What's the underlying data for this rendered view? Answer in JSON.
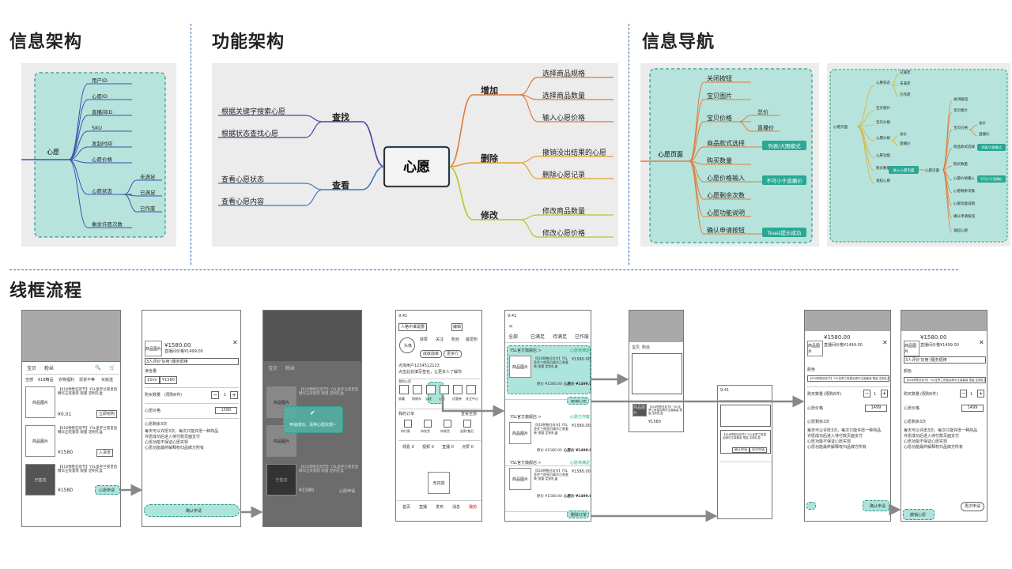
{
  "sections": {
    "info_arch": "信息架构",
    "func_arch": "功能架构",
    "info_nav": "信息导航",
    "wireflow": "线框流程"
  },
  "info_arch": {
    "root": "心愿",
    "leaves": [
      "用户ID",
      "心愿ID",
      "直播间ID",
      "SKU",
      "发起时间",
      "心愿价格",
      "心愿状态",
      "剩余许愿次数"
    ],
    "status_children": [
      "未满足",
      "已满足",
      "已作废"
    ]
  },
  "func_arch": {
    "center": "心愿",
    "left": [
      {
        "label": "查找",
        "items": [
          "根据关键字搜索心愿",
          "根据状态查找心愿"
        ]
      },
      {
        "label": "查看",
        "items": [
          "查看心愿状态",
          "查看心愿内容"
        ]
      }
    ],
    "right": [
      {
        "label": "增加",
        "items": [
          "选择商品规格",
          "选择商品数量",
          "输入心愿价格"
        ]
      },
      {
        "label": "删除",
        "items": [
          "撤销没出结果的心愿",
          "删除心愿记录"
        ]
      },
      {
        "label": "修改",
        "items": [
          "修改商品数量",
          "修改心愿价格"
        ]
      }
    ]
  },
  "info_nav": {
    "root": "心愿页面",
    "items": [
      "关闭按钮",
      "宝贝图片",
      "宝贝价格",
      "商品款式选择",
      "购买数量",
      "心愿价格输入",
      "心愿剩余次数",
      "心愿功能说明",
      "确认申请按钮"
    ],
    "price_children": [
      "总价",
      "直播价"
    ],
    "badges": [
      "列表/大图模式",
      "不可小于直播价",
      "Toast提示成功"
    ]
  },
  "nav2": {
    "left_center": "心愿页面",
    "left_branches": [
      "心愿状态",
      "宝贝图片",
      "宝贝价格",
      "心愿价格",
      "心愿功能",
      "购买数量",
      "发起心愿"
    ],
    "left_items": [
      "已满足",
      "未满足",
      "已作废",
      "总价",
      "直播价"
    ],
    "right_center": "心愿页面",
    "right_items": [
      "关闭按钮",
      "宝贝图片",
      "宝贝价格",
      "商品款式选择",
      "购买数量",
      "心愿价格输入",
      "心愿剩余次数",
      "心愿功能说明",
      "确认申请按钮",
      "发起心愿"
    ],
    "right_sub": [
      "总价",
      "直播价"
    ],
    "badges": [
      "列表/大图模式",
      "不可小于直播价"
    ],
    "mid_badge": "进入心愿页面"
  },
  "wire": {
    "tabs": [
      "宝贝",
      "粉丝"
    ],
    "filters": [
      "全部",
      "618精品",
      "衣物福利",
      "现货不等",
      "买就送"
    ],
    "product_img": "商品图片",
    "product_desc": "【618预售狂欢节】YSL圣罗兰夜皇后精华正装套装 限量 定制礼盒",
    "price_small": "¥0.01",
    "price": "¥1580",
    "btn_add": "立即抢购",
    "btn_buy": "入货单",
    "btn_wish": "心愿申请",
    "sold_out": "已售完",
    "sheet_price": "¥1580.00",
    "sheet_live": "直播间价格¥1499.00",
    "sheet_spec": "3人评价'好用'/服务很棒",
    "sheet_color_label": "颜色",
    "sheet_net": "净含量",
    "sheet_net_vals": [
      "15ml",
      "¥1580"
    ],
    "sheet_qty_label": "购买数量",
    "sheet_qty_hint": "(限购6件)",
    "sheet_qty": "1",
    "sheet_wish_label": "心愿价格",
    "sheet_wish_val": "1580",
    "sheet_wish_val2": "1499",
    "sheet_remain": "心愿剩余3次",
    "sheet_rules": [
      "每天可以许愿3次，每次只能许愿一种商品",
      "许愿成功后进入待付款页面支付",
      "心愿功能不保证心愿实现",
      "心愿功能最终解释权归品牌方所有"
    ],
    "sheet_confirm": "确认申请",
    "toast": "申请成功，请待心愿实现~",
    "profile_name": "头像",
    "profile_stats": [
      "获赞",
      "关注",
      "粉丝",
      "最爱粉"
    ],
    "profile_zero": "0",
    "profile_btns": [
      "成就勋章",
      "更多行"
    ],
    "profile_id": "点淘用户1234512123",
    "profile_intro": "点击此处填写签名，让更多人了解你",
    "grid_items": [
      "收藏",
      "购物车",
      "足迹",
      "心愿",
      "优惠券",
      "关注中心"
    ],
    "wish_label": "我的心愿",
    "orders": "我的订单",
    "orders_all": "查看全部",
    "order_items": [
      "待付款",
      "待发货",
      "待收货",
      "退款/售后"
    ],
    "bottom_tabs": [
      "首页",
      "直播",
      "发布",
      "消息",
      "我的"
    ],
    "zero_counts": [
      "观看 0",
      "视频 0",
      "直播 0",
      "点赞 0"
    ],
    "empty_tip": "无内容",
    "list_tabs": [
      "全部",
      "已满足",
      "待满足",
      "已作废"
    ],
    "shop": "YSL官方旗舰店 >",
    "status_satisfied": "心愿待满足",
    "status_done": "心愿已作废",
    "price_row": "原价 ¥1580.00",
    "wish_row": "心愿价 ¥1499.00",
    "btn_cancel": "撤回心愿",
    "btn_delete": "删除订单",
    "btn_apply": "确认申请",
    "btn_withdraw": "撤销心愿",
    "btn_reapply": "再次申请",
    "left_arrow": "<",
    "close": "✕",
    "time": "9:41",
    "search_tag": "头像",
    "edit": "编辑",
    "member_tag": "人格中谁需要"
  }
}
